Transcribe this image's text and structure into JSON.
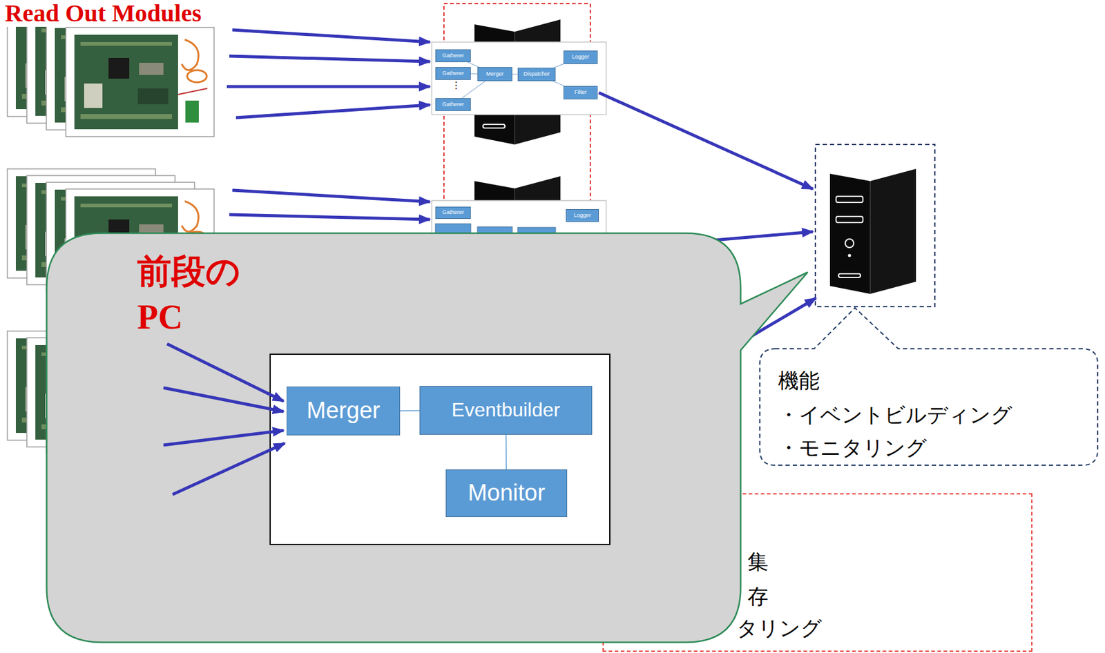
{
  "diagram": {
    "nodes": [
      {
        "text": [
          "Gatherer"
        ]
      },
      {
        "text": [
          "Gatherer"
        ]
      },
      {
        "text": [
          "Gatherer"
        ]
      },
      {
        "text": [
          "Merger"
        ]
      },
      {
        "text": [
          "Dispatcher"
        ]
      },
      {
        "text": [
          "Logger"
        ]
      },
      {
        "text": [
          "Filter"
        ]
      },
      {
        "text": [
          "Gatherer"
        ]
      },
      {
        "text": [
          "Logger"
        ]
      },
      {
        "text": [
          "前段の PC"
        ]
      },
      {
        "text": [
          "Merger"
        ],
        "in": 9
      },
      {
        "text": [
          "Eventbuilder"
        ],
        "in": 9
      },
      {
        "text": [
          "Monitor"
        ],
        "in": 9
      },
      {
        "text": [
          "機能",
          "・イベントビルディング",
          "・モニタリング"
        ]
      },
      {
        "text": [
          "集",
          "存",
          "タリング"
        ]
      }
    ],
    "edges": [
      {
        "from": 0,
        "to": 3,
        "arrow": "none"
      },
      {
        "from": 1,
        "to": 3,
        "arrow": "none"
      },
      {
        "from": 2,
        "to": 3,
        "arrow": "none"
      },
      {
        "from": 3,
        "to": 4,
        "arrow": "none"
      },
      {
        "from": 4,
        "to": 5,
        "arrow": "none"
      },
      {
        "from": 4,
        "to": 6,
        "arrow": "none"
      },
      {
        "from": 10,
        "to": 11,
        "arrow": "none"
      },
      {
        "from": 11,
        "to": 12,
        "arrow": "none"
      }
    ],
    "labels": [
      "Read Out Modules",
      "⋮"
    ]
  }
}
